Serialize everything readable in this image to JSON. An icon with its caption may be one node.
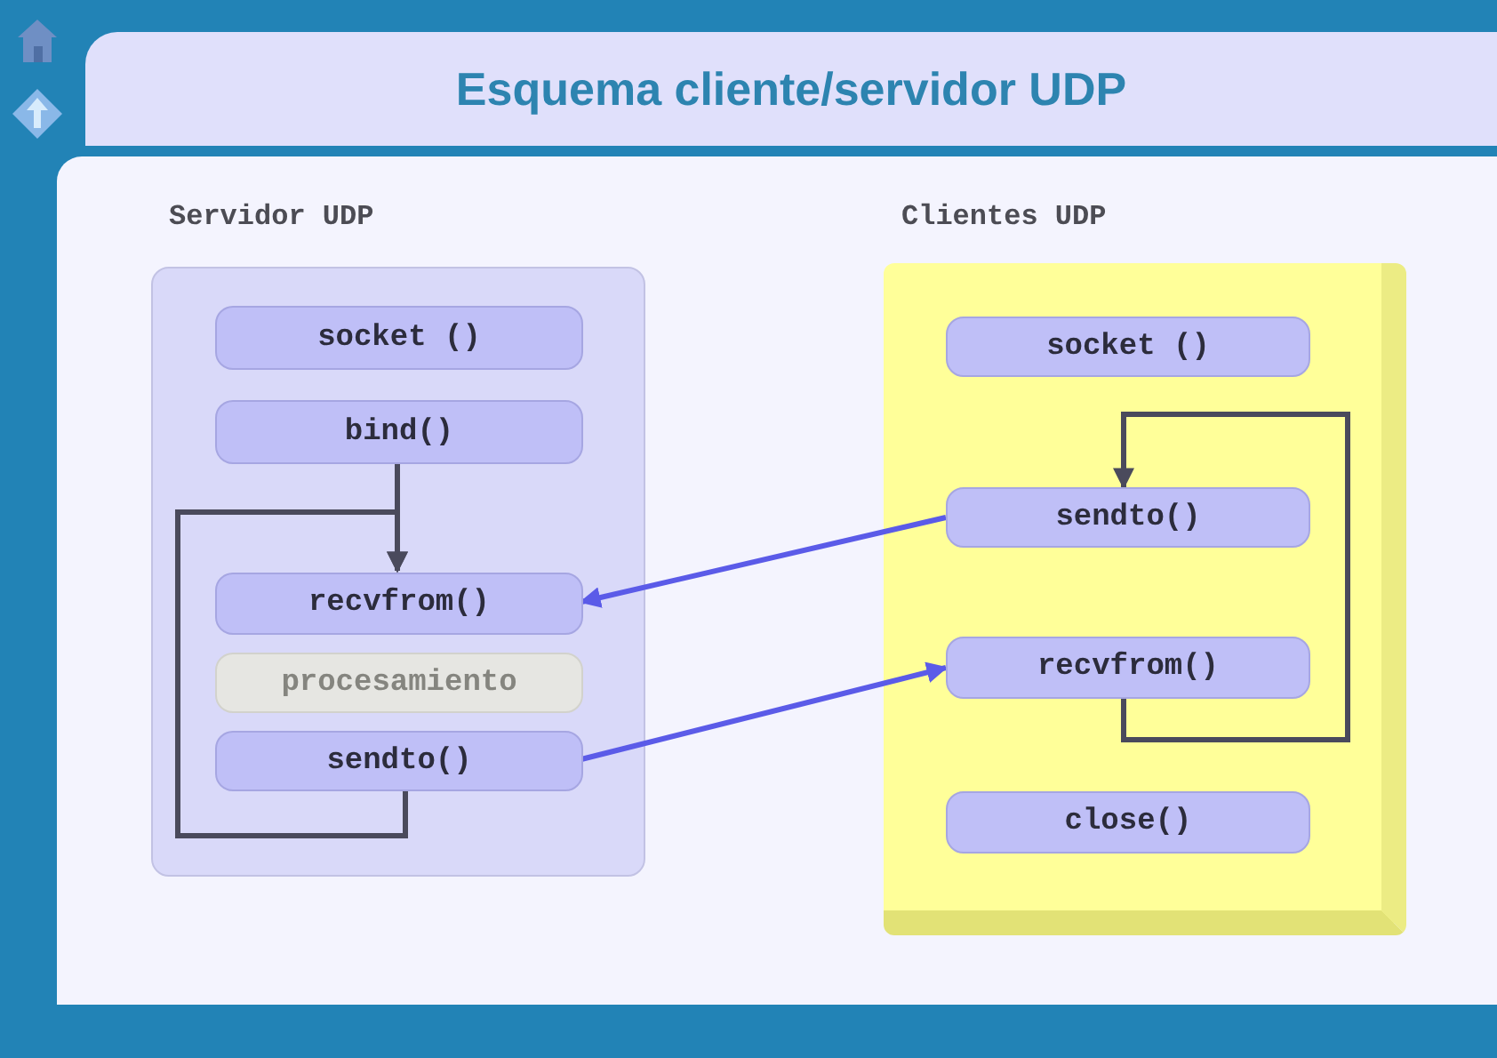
{
  "diagram": {
    "title": "Esquema cliente/servidor UDP",
    "nodes": [
      {
        "text": [
          "Servidor UDP"
        ]
      },
      {
        "text": [
          "socket ()"
        ],
        "in": 0
      },
      {
        "text": [
          "bind()"
        ],
        "in": 0
      },
      {
        "text": [
          "recvfrom()"
        ],
        "in": 0
      },
      {
        "text": [
          "procesamiento"
        ],
        "in": 0
      },
      {
        "text": [
          "sendto()"
        ],
        "in": 0
      },
      {
        "text": [
          "Clientes UDP"
        ]
      },
      {
        "text": [
          "socket ()"
        ],
        "in": 6
      },
      {
        "text": [
          "sendto()"
        ],
        "in": 6
      },
      {
        "text": [
          "recvfrom()"
        ],
        "in": 6
      },
      {
        "text": [
          "close()"
        ],
        "in": 6
      }
    ],
    "edges": [
      {
        "from": 2,
        "to": 3,
        "arrow": "to"
      },
      {
        "from": 5,
        "to": 3,
        "arrow": "to"
      },
      {
        "from": 9,
        "to": 8,
        "arrow": "to"
      },
      {
        "from": 8,
        "to": 3,
        "arrow": "to",
        "color": "#5b5be8"
      },
      {
        "from": 5,
        "to": 9,
        "arrow": "to",
        "color": "#5b5be8"
      }
    ]
  }
}
